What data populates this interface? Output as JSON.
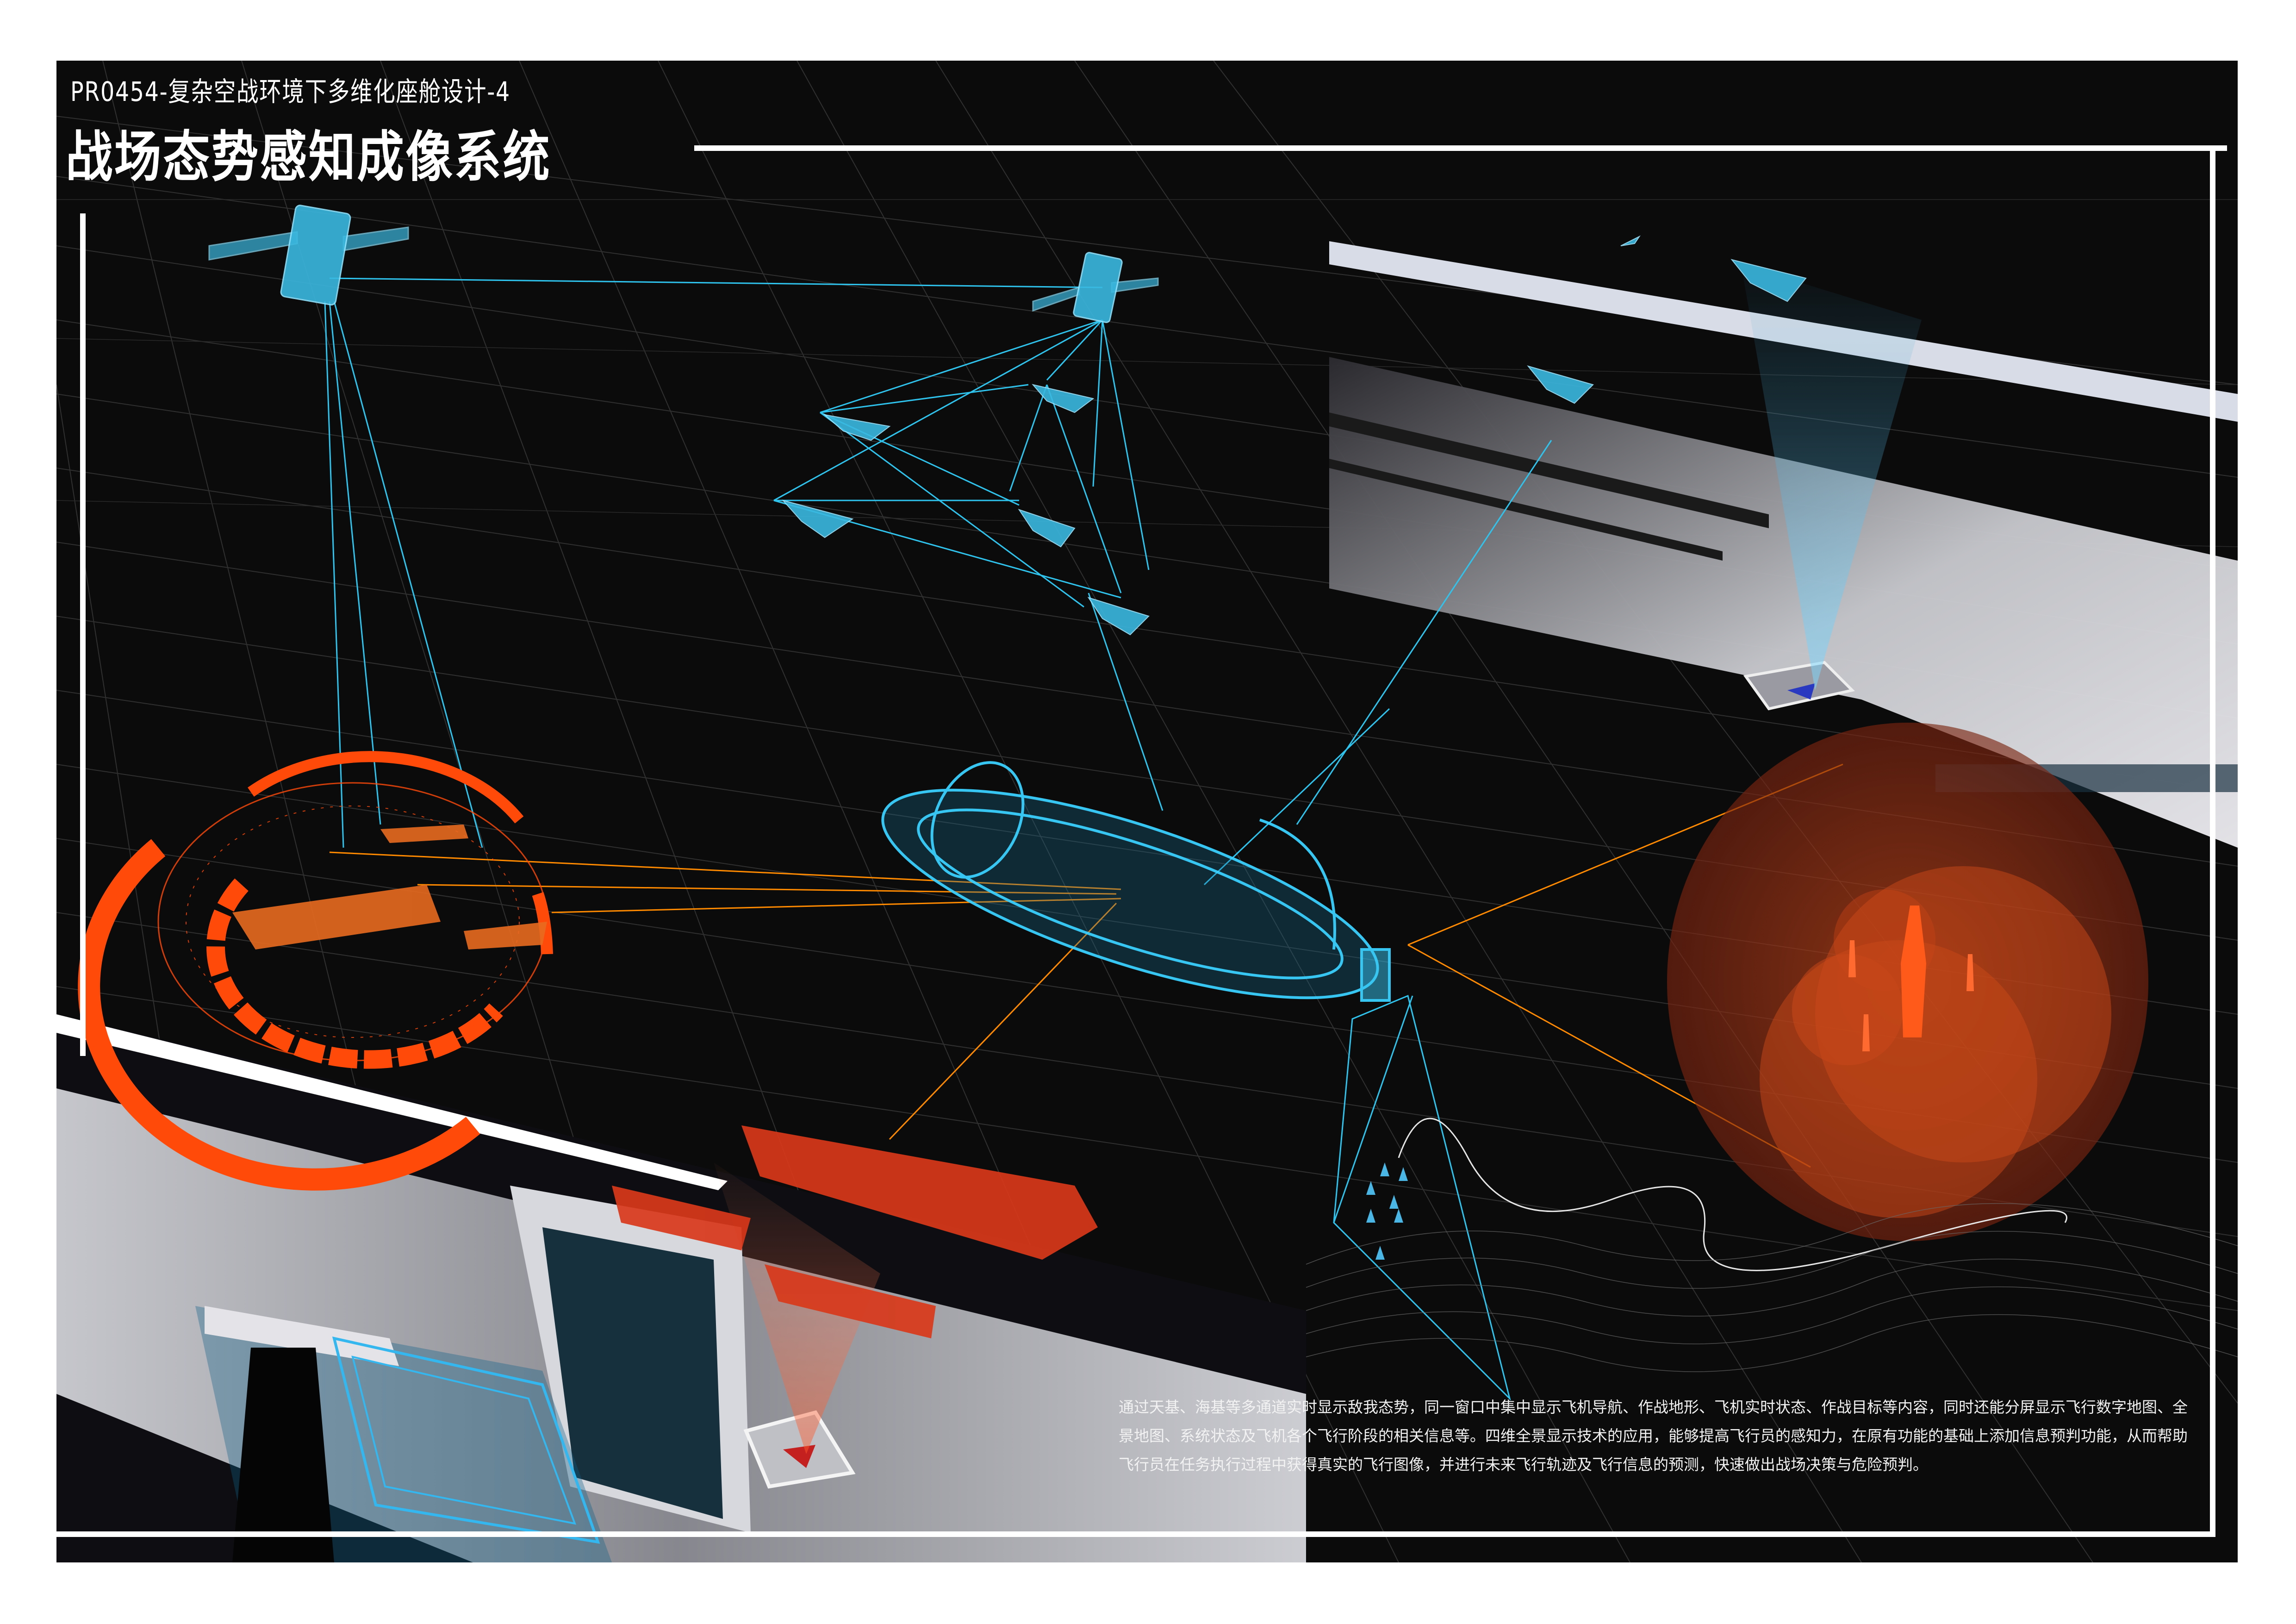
{
  "header": {
    "project_code_subtitle": "PR0454-复杂空战环境下多维化座舱设计-4",
    "title": "战场态势感知成像系统"
  },
  "description": "通过天基、海基等多通道实时显示敌我态势，同一窗口中集中显示飞机导航、作战地形、飞机实时状态、作战目标等内容，同时还能分屏显示飞行数字地图、全景地图、系统状态及飞机各个飞行阶段的相关信息等。四维全景显示技术的应用，能够提高飞行员的感知力，在原有功能的基础上添加信息预判功能，从而帮助飞行员在任务执行过程中获得真实的飞行图像，并进行未来飞行轨迹及飞行信息的预测，快速做出战场决策与危险预判。",
  "illustration": {
    "elements": [
      "satellite-left",
      "satellite-center",
      "fighter-jet-formation",
      "naval-fleet-hud-ring",
      "holographic-cockpit",
      "enemy-radar-zone",
      "drone-swarm-projection-cone",
      "terrain-wireframe",
      "upper-right-cockpit-console",
      "lower-left-cockpit-console",
      "holographic-ships"
    ]
  },
  "colors": {
    "background": "#0b0b0b",
    "cyan_link": "#2fc4ee",
    "orange_link": "#ff8a00",
    "hud_red": "#ff4a0a",
    "radar_red": "#b83a12",
    "frame_white": "#ffffff"
  }
}
